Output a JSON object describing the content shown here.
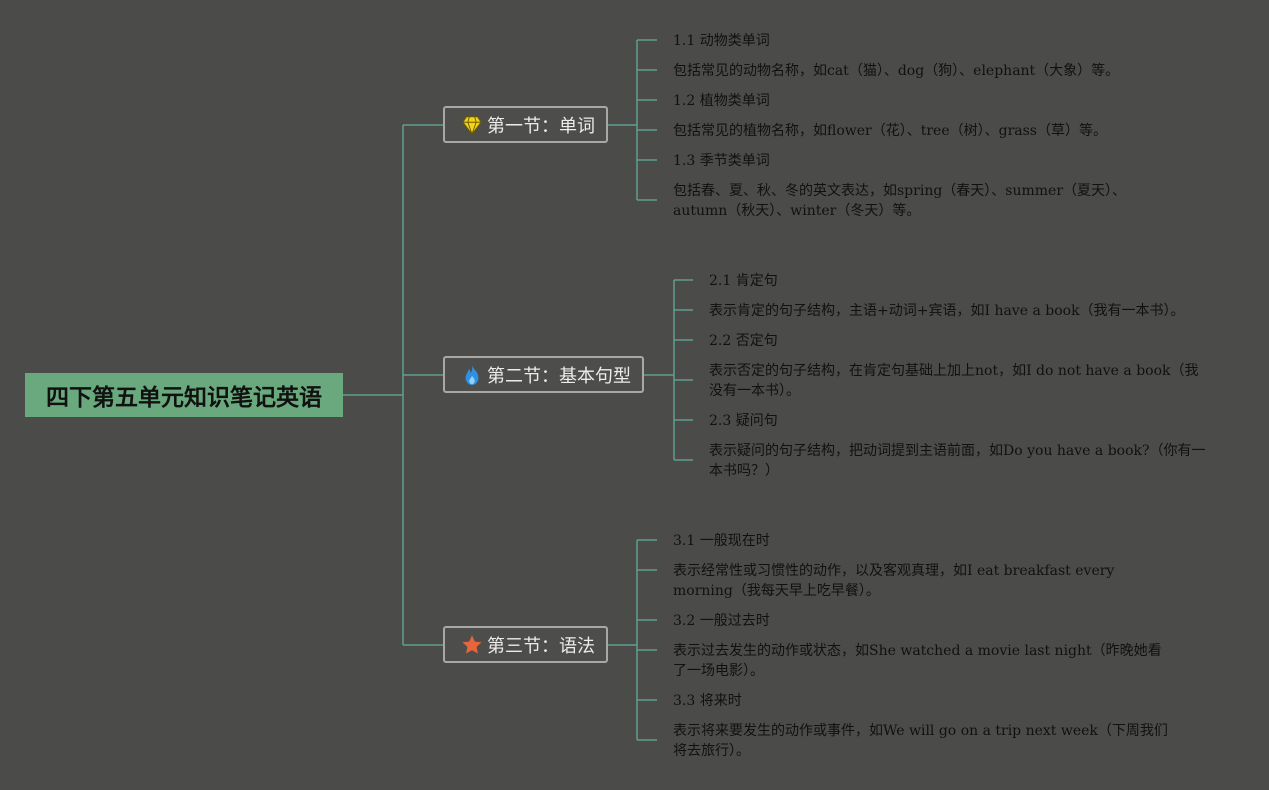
{
  "root": {
    "title": "四下第五单元知识笔记英语"
  },
  "sections": [
    {
      "title": "第一节：单词",
      "icon": "gem-icon",
      "icon_color": "#f2d21b",
      "items": [
        "1.1 动物类单词",
        "包括常见的动物名称，如cat（猫）、dog（狗）、elephant（大象）等。",
        "1.2 植物类单词",
        "包括常见的植物名称，如flower（花）、tree（树）、grass（草）等。",
        "1.3 季节类单词",
        "包括春、夏、秋、冬的英文表达，如spring（春天）、summer（夏天）、autumn（秋天）、winter（冬天）等。"
      ]
    },
    {
      "title": "第二节：基本句型",
      "icon": "flame-icon",
      "icon_color": "#2f8fe0",
      "items": [
        "2.1 肯定句",
        "表示肯定的句子结构，主语+动词+宾语，如I have a book（我有一本书）。",
        "2.2 否定句",
        "表示否定的句子结构，在肯定句基础上加上not，如I do not have a book（我没有一本书）。",
        "2.3 疑问句",
        "表示疑问的句子结构，把动词提到主语前面，如Do you have a book?（你有一本书吗？）"
      ]
    },
    {
      "title": "第三节：语法",
      "icon": "star-icon",
      "icon_color": "#e8643a",
      "items": [
        "3.1 一般现在时",
        "表示经常性或习惯性的动作，以及客观真理，如I eat breakfast every morning（我每天早上吃早餐）。",
        "3.2 一般过去时",
        "表示过去发生的动作或状态，如She watched a movie last night（昨晚她看了一场电影）。",
        "3.3 将来时",
        "表示将来要发生的动作或事件，如We will go on a trip next week（下周我们将去旅行）。"
      ]
    }
  ],
  "colors": {
    "background": "#4b4b4a",
    "root_fill": "#6aa97e",
    "connector": "#5f9e8f"
  }
}
